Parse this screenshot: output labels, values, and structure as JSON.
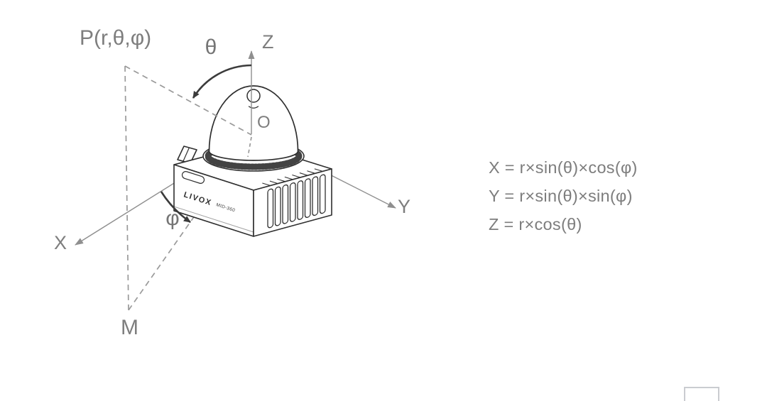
{
  "diagram": {
    "point_label": "P(r,θ,φ)",
    "theta_label": "θ",
    "phi_label": "φ",
    "x_axis_label": "X",
    "y_axis_label": "Y",
    "z_axis_label": "Z",
    "origin_label": "O",
    "projection_point_label": "M"
  },
  "device": {
    "brand": "LIVOX",
    "model": "MID-360"
  },
  "equations": {
    "x": "X = r×sin(θ)×cos(φ)",
    "y": "Y = r×sin(θ)×sin(φ)",
    "z": "Z = r×cos(θ)"
  },
  "colors": {
    "axis_line": "#8f8f8f",
    "dashed_line": "#9a9a9a",
    "angle_arrow": "#3b3b3b",
    "label_text": "#7e7e7e",
    "equation_text": "#7d7d7d",
    "device_outline": "#2f2f2f",
    "corner_mark": "#caccd0",
    "background": "#ffffff"
  }
}
